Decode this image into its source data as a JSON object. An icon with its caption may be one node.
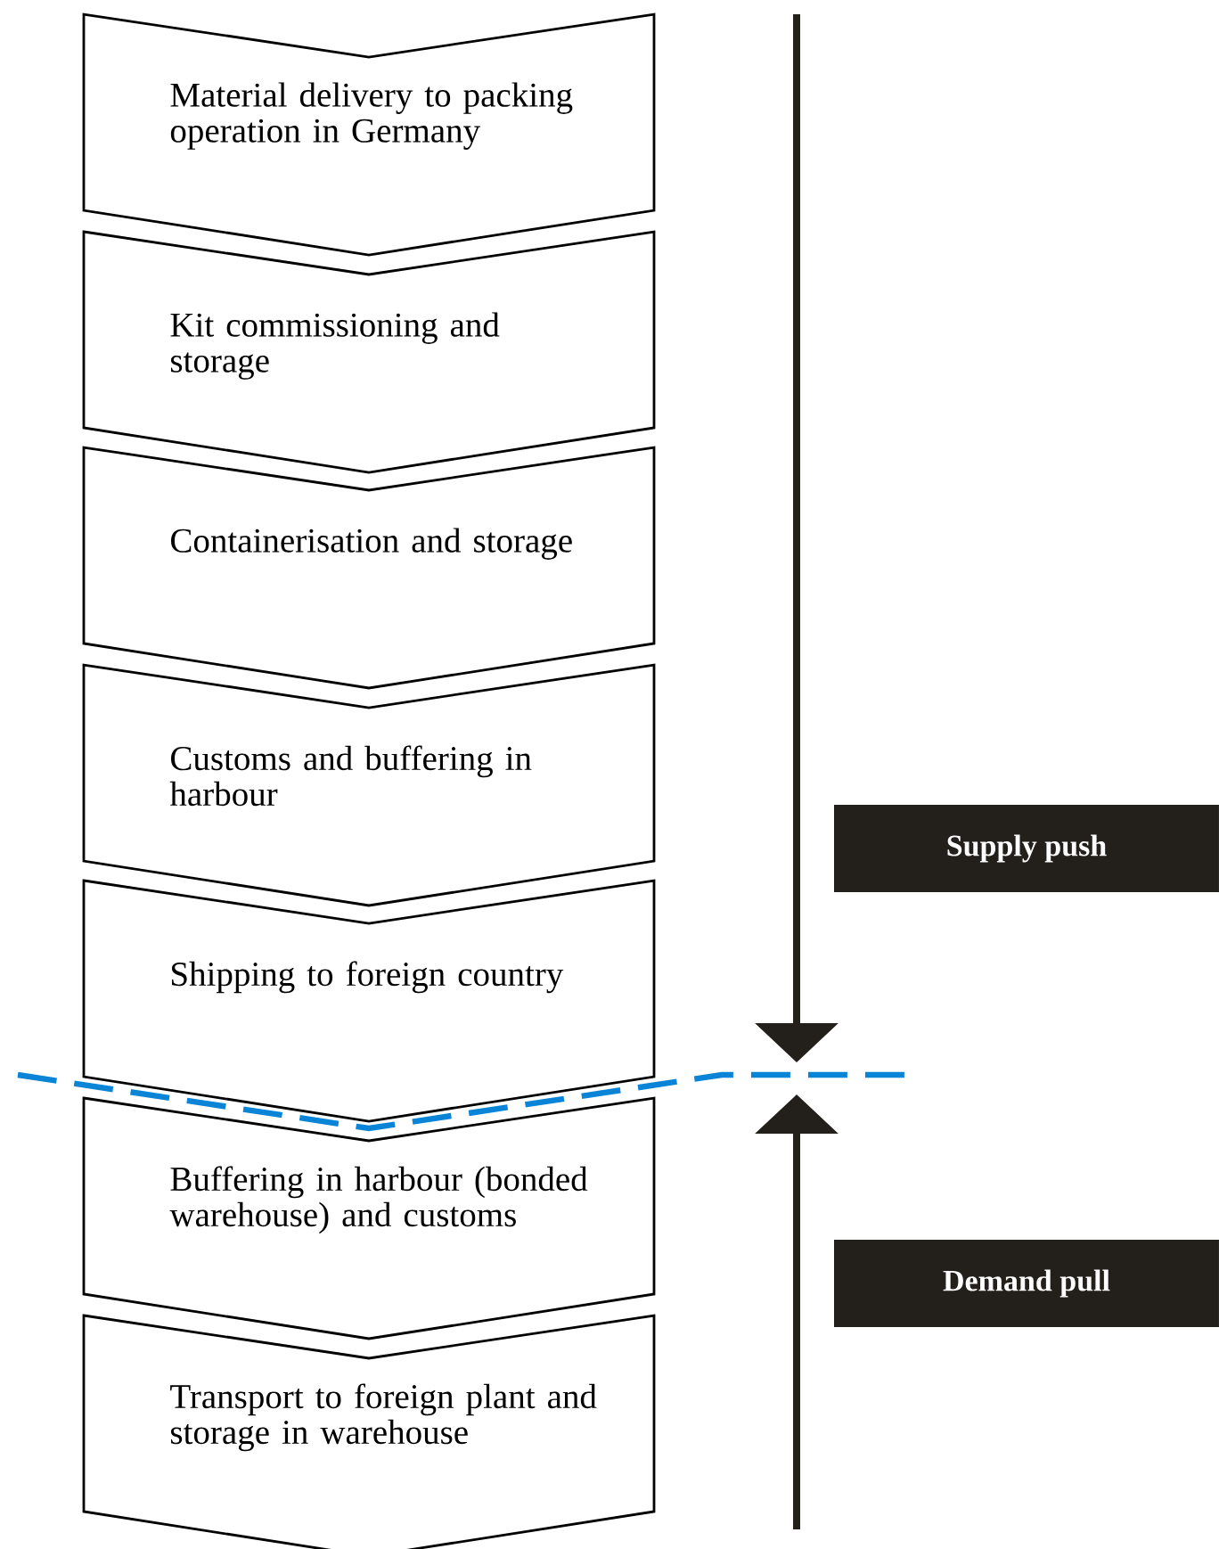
{
  "diagram": {
    "nodes": [
      {
        "text": [
          "Material delivery to packing operation in Germany"
        ]
      },
      {
        "text": [
          "Kit commissioning and storage"
        ]
      },
      {
        "text": [
          "Containerisation and storage"
        ]
      },
      {
        "text": [
          "Customs and buffering in harbour"
        ]
      },
      {
        "text": [
          "Shipping to foreign country"
        ]
      },
      {
        "text": [
          "Buffering in harbour (bonded warehouse) and customs"
        ]
      },
      {
        "text": [
          "Transport to foreign plant and storage in warehouse"
        ]
      },
      {
        "text": [
          "Supply push"
        ]
      },
      {
        "text": [
          "Demand pull"
        ]
      }
    ]
  }
}
